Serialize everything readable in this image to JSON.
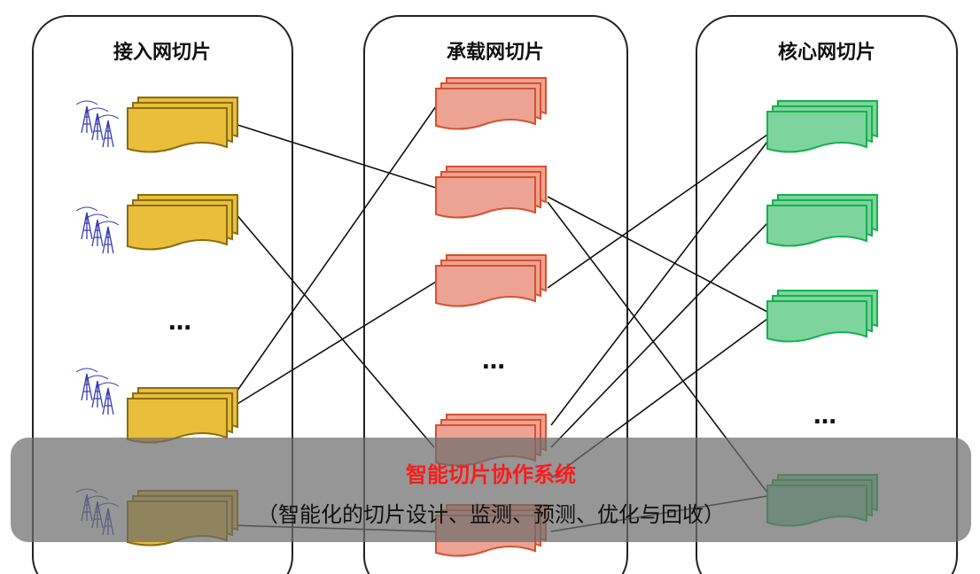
{
  "columns": [
    {
      "title": "接入网切片",
      "color_fill": "#e8be3a",
      "color_stroke": "#8a6d10"
    },
    {
      "title": "承载网切片",
      "color_fill": "#eca393",
      "color_stroke": "#d9502f"
    },
    {
      "title": "核心网切片",
      "color_fill": "#7dd49d",
      "color_stroke": "#16b04e"
    }
  ],
  "ellipsis": "…",
  "overlay": {
    "title": "智能切片协作系统",
    "subtitle": "（智能化的切片设计、监测、预测、优化与回收）"
  }
}
